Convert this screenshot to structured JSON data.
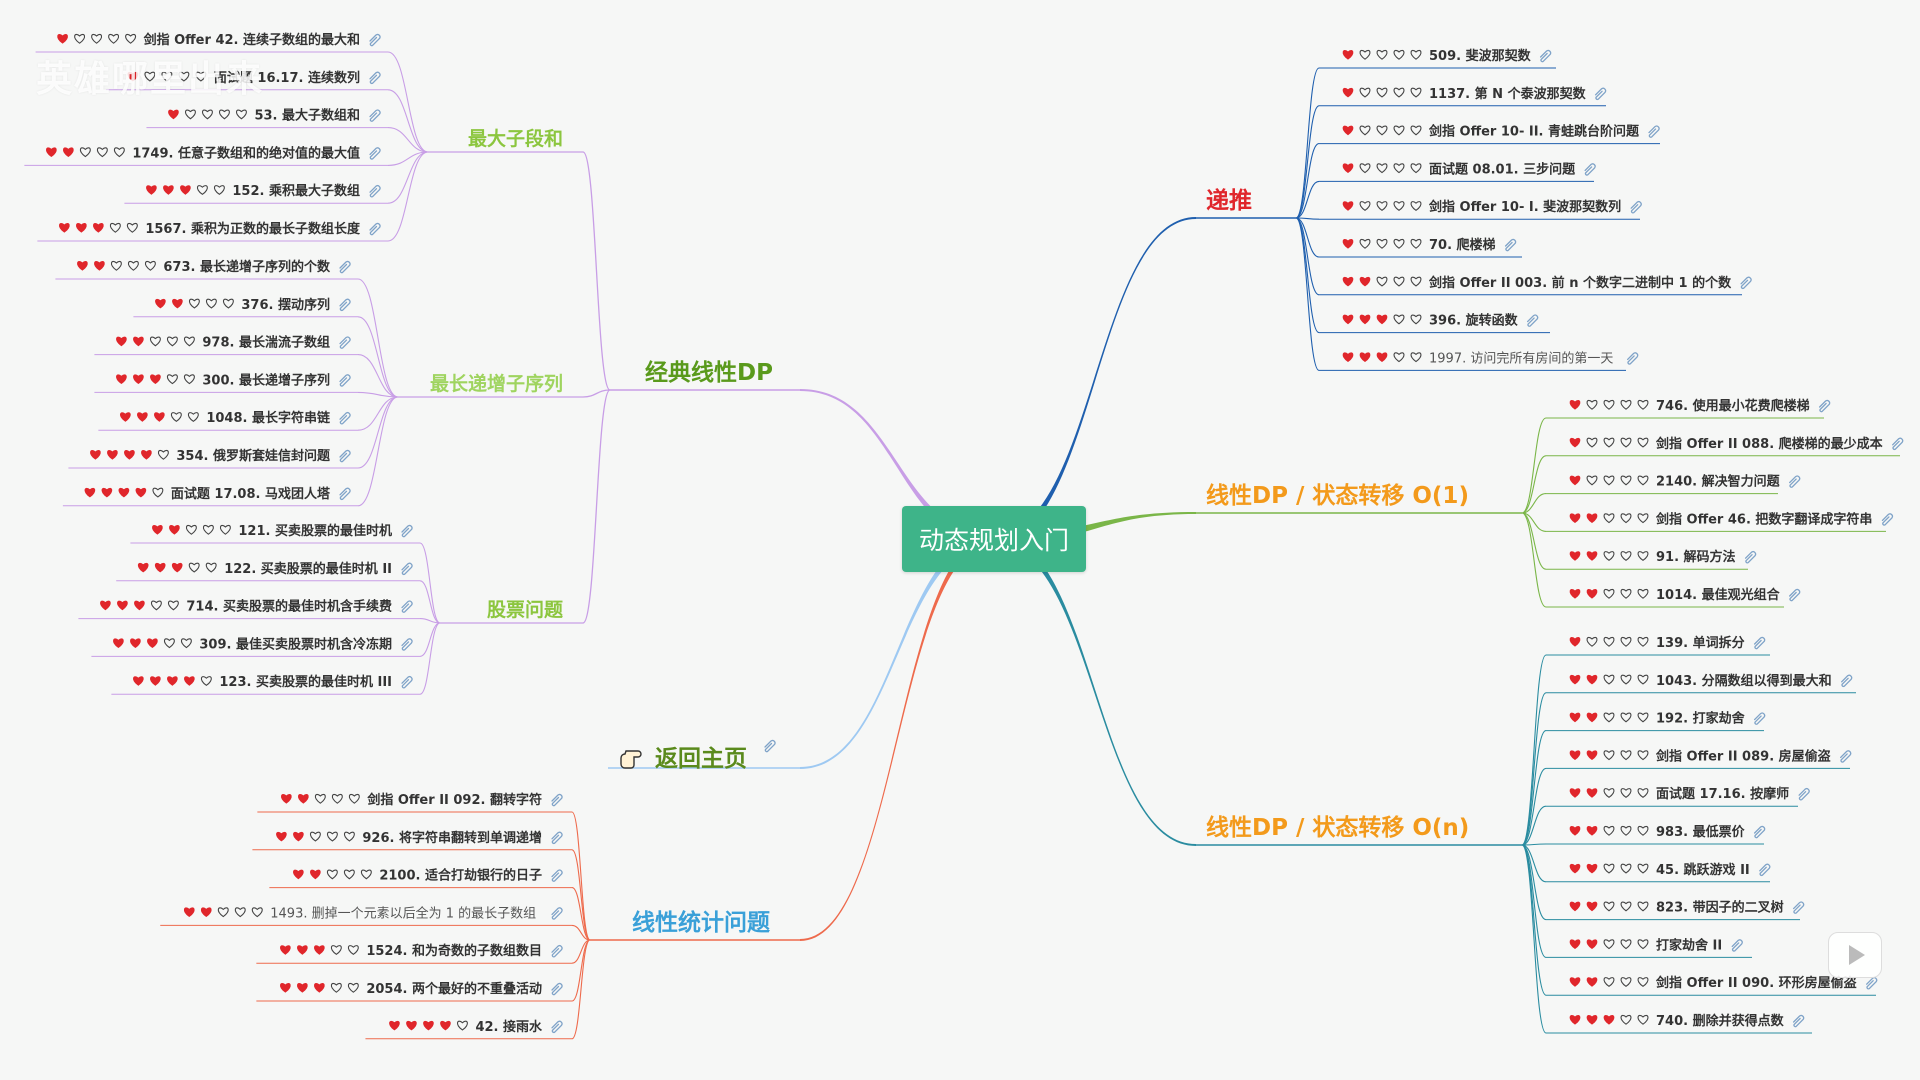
{
  "watermark": "英雄哪里出来",
  "root": {
    "label": "动态规划入门",
    "color": "#3eb489"
  },
  "branches": [
    {
      "id": "recursion",
      "label": "递推",
      "color": "#e0262b",
      "line": "#1f5fae",
      "side": "right",
      "leaves": [
        {
          "hearts": 1,
          "text": "509. 斐波那契数"
        },
        {
          "hearts": 1,
          "text": "1137. 第 N 个泰波那契数"
        },
        {
          "hearts": 1,
          "text": "剑指 Offer 10- II. 青蛙跳台阶问题"
        },
        {
          "hearts": 1,
          "text": "面试题 08.01. 三步问题"
        },
        {
          "hearts": 1,
          "text": "剑指 Offer 10- I. 斐波那契数列"
        },
        {
          "hearts": 1,
          "text": "70. 爬楼梯"
        },
        {
          "hearts": 2,
          "text": "剑指 Offer II 003. 前 n 个数字二进制中 1 的个数"
        },
        {
          "hearts": 3,
          "text": "396. 旋转函数"
        },
        {
          "hearts": 3,
          "text": "1997. 访问完所有房间的第一天"
        }
      ]
    },
    {
      "id": "linear-o1",
      "label": "线性DP / 状态转移 O(1)",
      "color": "#f39a1b",
      "line": "#7ab648",
      "side": "right",
      "leaves": [
        {
          "hearts": 1,
          "text": "746. 使用最小花费爬楼梯"
        },
        {
          "hearts": 1,
          "text": "剑指 Offer II 088. 爬楼梯的最少成本"
        },
        {
          "hearts": 1,
          "text": "2140. 解决智力问题"
        },
        {
          "hearts": 2,
          "text": "剑指 Offer 46. 把数字翻译成字符串"
        },
        {
          "hearts": 2,
          "text": "91. 解码方法"
        },
        {
          "hearts": 2,
          "text": "1014. 最佳观光组合"
        }
      ]
    },
    {
      "id": "linear-on",
      "label": "线性DP / 状态转移 O(n)",
      "color": "#f39a1b",
      "line": "#2a8ca0",
      "side": "right",
      "leaves": [
        {
          "hearts": 1,
          "text": "139. 单词拆分"
        },
        {
          "hearts": 2,
          "text": "1043. 分隔数组以得到最大和"
        },
        {
          "hearts": 2,
          "text": "192. 打家劫舍"
        },
        {
          "hearts": 2,
          "text": "剑指 Offer II 089. 房屋偷盗"
        },
        {
          "hearts": 2,
          "text": "面试题 17.16. 按摩师"
        },
        {
          "hearts": 2,
          "text": "983. 最低票价"
        },
        {
          "hearts": 2,
          "text": "45. 跳跃游戏 II"
        },
        {
          "hearts": 2,
          "text": "823. 带因子的二叉树"
        },
        {
          "hearts": 2,
          "text": "打家劫舍 II"
        },
        {
          "hearts": 2,
          "text": "剑指 Offer II 090. 环形房屋偷盗"
        },
        {
          "hearts": 3,
          "text": "740. 删除并获得点数"
        }
      ]
    },
    {
      "id": "classic",
      "label": "经典线性DP",
      "color": "#5a9a1c",
      "line": "#c89ee6",
      "side": "left",
      "groups": [
        {
          "label": "最大子段和",
          "color": "#8cc63f",
          "leaves": [
            {
              "hearts": 1,
              "text": "剑指 Offer 42. 连续子数组的最大和"
            },
            {
              "hearts": 1,
              "text": "面试题 16.17. 连续数列"
            },
            {
              "hearts": 1,
              "text": "53. 最大子数组和"
            },
            {
              "hearts": 2,
              "text": "1749. 任意子数组和的绝对值的最大值"
            },
            {
              "hearts": 3,
              "text": "152. 乘积最大子数组"
            },
            {
              "hearts": 3,
              "text": "1567. 乘积为正数的最长子数组长度"
            }
          ]
        },
        {
          "label": "最长递增子序列",
          "color": "#9fd45f",
          "leaves": [
            {
              "hearts": 2,
              "text": "673. 最长递增子序列的个数"
            },
            {
              "hearts": 2,
              "text": "376. 摆动序列"
            },
            {
              "hearts": 2,
              "text": "978. 最长湍流子数组"
            },
            {
              "hearts": 3,
              "text": "300. 最长递增子序列"
            },
            {
              "hearts": 3,
              "text": "1048. 最长字符串链"
            },
            {
              "hearts": 4,
              "text": "354. 俄罗斯套娃信封问题"
            },
            {
              "hearts": 4,
              "text": "面试题 17.08. 马戏团人塔"
            }
          ]
        },
        {
          "label": "股票问题",
          "color": "#8cc63f",
          "leaves": [
            {
              "hearts": 2,
              "text": "121. 买卖股票的最佳时机"
            },
            {
              "hearts": 3,
              "text": "122. 买卖股票的最佳时机 II"
            },
            {
              "hearts": 3,
              "text": "714. 买卖股票的最佳时机含手续费"
            },
            {
              "hearts": 3,
              "text": "309. 最佳买卖股票时机含冷冻期"
            },
            {
              "hearts": 4,
              "text": "123. 买卖股票的最佳时机 III"
            }
          ]
        }
      ]
    },
    {
      "id": "home",
      "label": "返回主页",
      "color": "#5a8a1c",
      "line": "#9ec9f2",
      "side": "left",
      "icon": "pointing-hand-icon",
      "leaves": []
    },
    {
      "id": "stats",
      "label": "线性统计问题",
      "color": "#3aa0d8",
      "line": "#ee6a4c",
      "side": "left",
      "leaves": [
        {
          "hearts": 2,
          "text": "剑指 Offer II 092. 翻转字符"
        },
        {
          "hearts": 2,
          "text": "926. 将字符串翻转到单调递增"
        },
        {
          "hearts": 2,
          "text": "2100. 适合打劫银行的日子"
        },
        {
          "hearts": 2,
          "text": "1493. 删掉一个元素以后全为 1 的最长子数组"
        },
        {
          "hearts": 3,
          "text": "1524. 和为奇数的子数组数目"
        },
        {
          "hearts": 3,
          "text": "2054. 两个最好的不重叠活动"
        },
        {
          "hearts": 4,
          "text": "42. 接雨水"
        }
      ]
    }
  ],
  "icons": {
    "heart_color": "#e0262b",
    "link_icon": "paperclip-icon"
  }
}
